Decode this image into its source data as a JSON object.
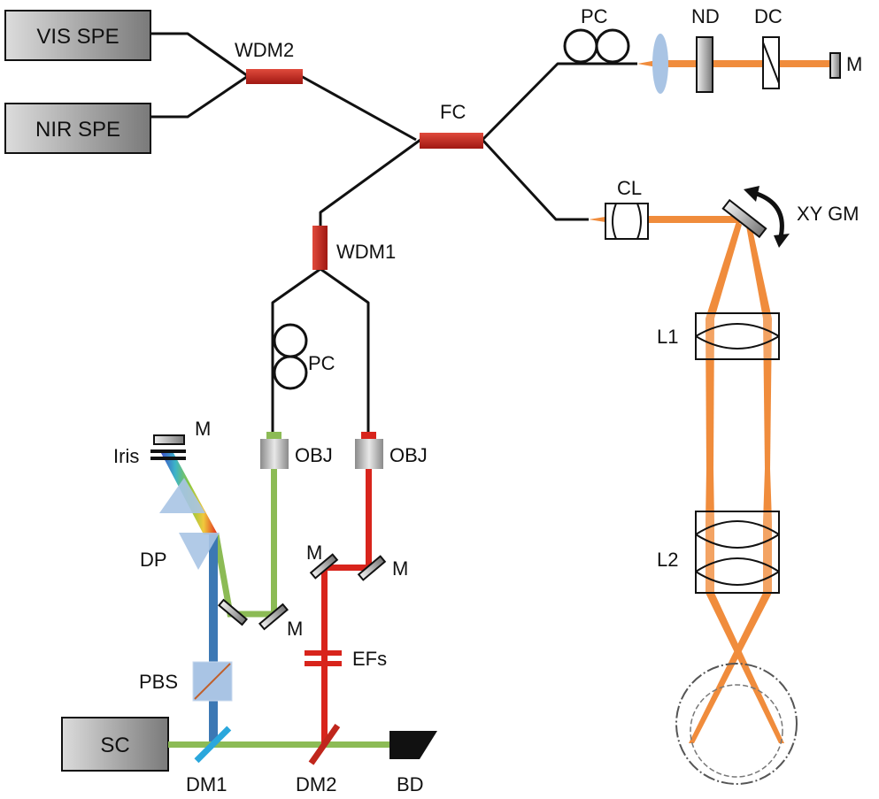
{
  "colors": {
    "fiber": "#111111",
    "coupler": "#c0261c",
    "orange_beam": "#f08c3c",
    "green_beam": "#8cbb55",
    "red_beam": "#d8241c",
    "blue_beam": "#3c78b4",
    "box_dark": "#7a7a7a",
    "box_light": "#dcdcdc",
    "optic_glass": "#a9c4e4",
    "dm1": "#2aa7dc"
  },
  "labels": {
    "vis_spe": "VIS SPE",
    "nir_spe": "NIR SPE",
    "sc": "SC",
    "wdm2": "WDM2",
    "wdm1": "WDM1",
    "fc": "FC",
    "pc_top": "PC",
    "pc_mid": "PC",
    "nd": "ND",
    "dc": "DC",
    "m_ref": "M",
    "cl": "CL",
    "xy_gm": "XY GM",
    "l1": "L1",
    "l2": "L2",
    "obj_green": "OBJ",
    "obj_red": "OBJ",
    "m_iris": "M",
    "iris": "Iris",
    "dp": "DP",
    "m_green": "M",
    "m_red_left": "M",
    "m_red_right": "M",
    "efs": "EFs",
    "pbs": "PBS",
    "dm1": "DM1",
    "dm2": "DM2",
    "bd": "BD"
  }
}
